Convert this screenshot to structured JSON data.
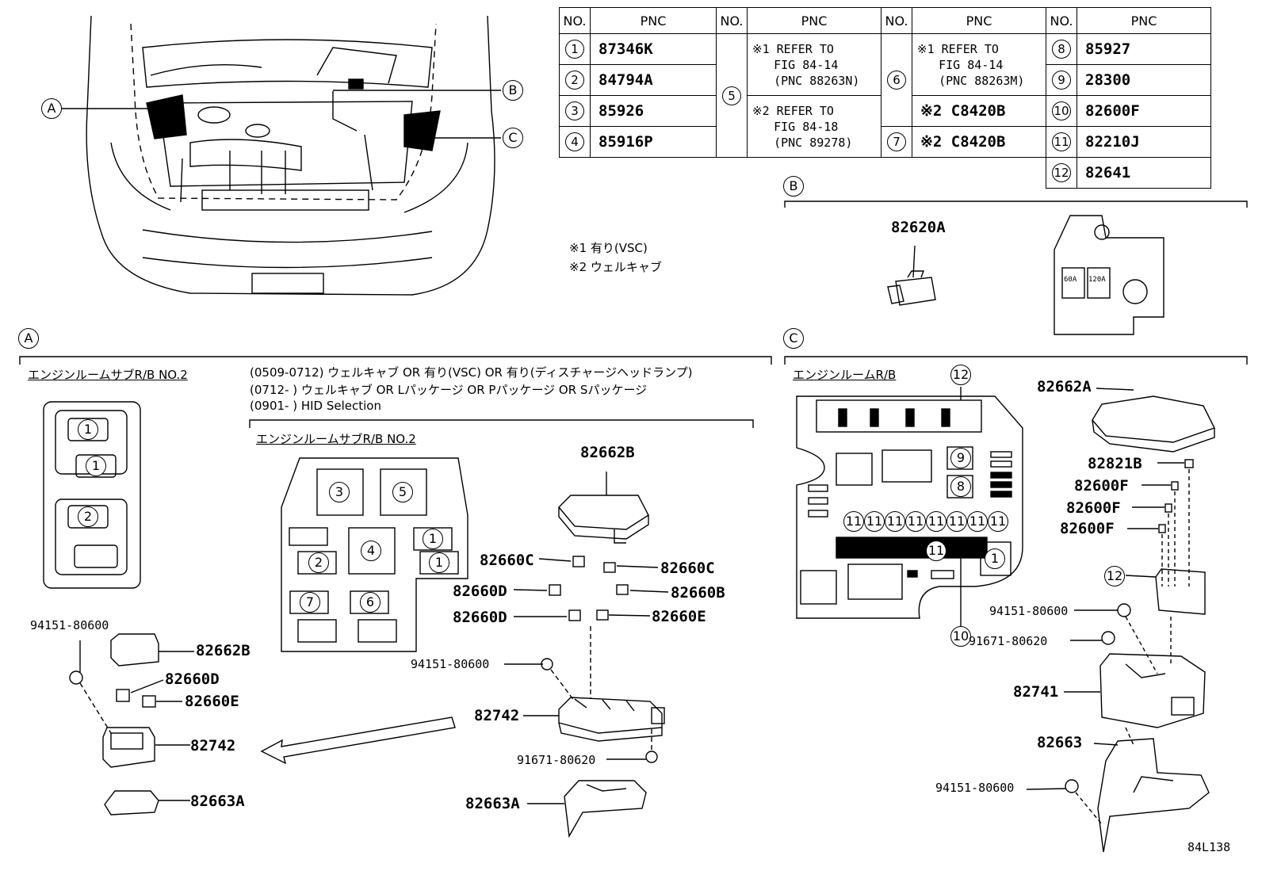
{
  "table": {
    "header": {
      "no": "NO.",
      "pnc": "PNC"
    },
    "col1": [
      {
        "no": "1",
        "pnc": "87346K"
      },
      {
        "no": "2",
        "pnc": "84794A"
      },
      {
        "no": "3",
        "pnc": "85926"
      },
      {
        "no": "4",
        "pnc": "85916P"
      }
    ],
    "col2": {
      "no": "5",
      "note1": "※1 REFER TO\n   FIG 84-14\n   (PNC 88263N)",
      "note2": "※2 REFER TO\n   FIG 84-18\n   (PNC 89278)"
    },
    "col3": {
      "no6": "6",
      "note6_1": "※1 REFER TO\n   FIG 84-14\n   (PNC 88263M)",
      "note6_2": "※2 C8420B",
      "no7": "7",
      "note7": "※2 C8420B"
    },
    "col4": [
      {
        "no": "8",
        "pnc": "85927"
      },
      {
        "no": "9",
        "pnc": "28300"
      },
      {
        "no": "10",
        "pnc": "82600F"
      },
      {
        "no": "11",
        "pnc": "82210J"
      },
      {
        "no": "12",
        "pnc": "82641"
      }
    ]
  },
  "footnotes": {
    "n1": "※1 有り(VSC)",
    "n2": "※2 ウェルキャブ"
  },
  "callouts": {
    "a": "A",
    "b": "B",
    "c": "C"
  },
  "section_a": {
    "title": "エンジンルームサブR/B NO.2",
    "cond1": "(0509-0712) ウェルキャブ OR 有り(VSC) OR 有り(ディスチャージヘッドランプ)",
    "cond2": "(0712-      ) ウェルキャブ OR Lパッケージ OR Pパッケージ OR Sパッケージ",
    "cond3": "(0901-      ) HID Selection",
    "sub_title": "エンジンルームサブR/B NO.2"
  },
  "section_c": {
    "title": "エンジンルームR/B"
  },
  "parts": {
    "p82620A": "82620A",
    "p82662B": "82662B",
    "p82660C": "82660C",
    "p82660D": "82660D",
    "p82660B": "82660B",
    "p82660E": "82660E",
    "p94151": "94151-80600",
    "p82742": "82742",
    "p91671": "91671-80620",
    "p82663A": "82663A",
    "p82662A": "82662A",
    "p82821B": "82821B",
    "p82600F": "82600F",
    "p82741": "82741",
    "p82663": "82663"
  },
  "fuse_labels": {
    "f60a": "60A",
    "f120a": "120A"
  },
  "fig_id": "84L138"
}
